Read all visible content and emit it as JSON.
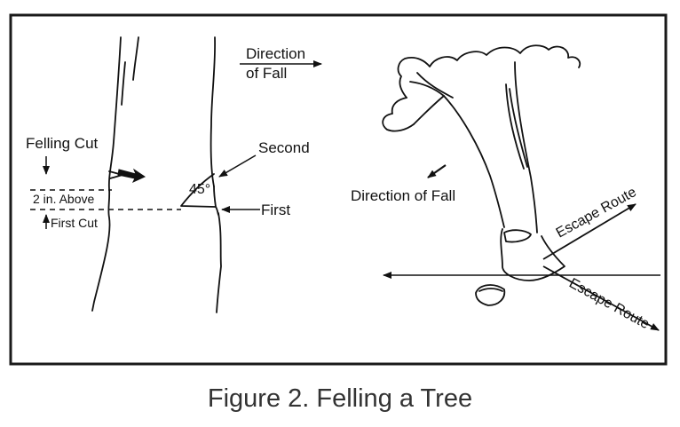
{
  "figure": {
    "caption": "Figure 2. Felling a Tree",
    "left_panel": {
      "direction_label_line1": "Direction",
      "direction_label_line2": "of Fall",
      "felling_cut_label": "Felling Cut",
      "two_in_above_label": "2 in. Above",
      "first_cut_label": "First Cut",
      "second_label": "Second",
      "angle_label": "45°",
      "first_label": "First"
    },
    "right_panel": {
      "direction_label": "Direction of Fall",
      "escape_route_upper": "Escape Route",
      "escape_route_lower": "Escape Route"
    }
  },
  "colors": {
    "line": "#111111",
    "border": "#1a1a1a",
    "caption": "#333333"
  }
}
